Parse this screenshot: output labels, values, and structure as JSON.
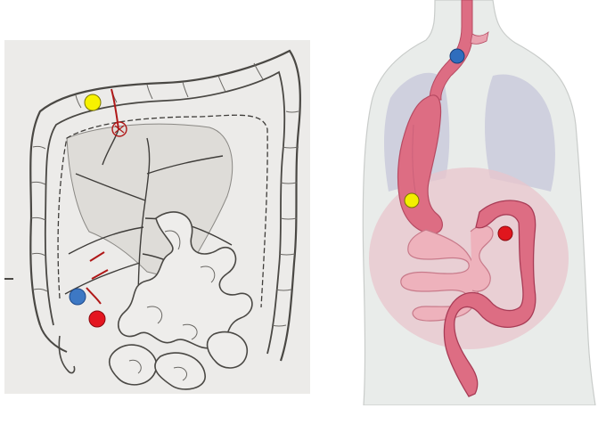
{
  "figure": {
    "left_panel": {
      "style": "pencil-sketch",
      "background": "#ecebe9",
      "markers": [
        {
          "id": "left-yellow",
          "color": "#f7f200"
        },
        {
          "id": "left-blue",
          "color": "#3d78c4"
        },
        {
          "id": "left-red",
          "color": "#e41620"
        }
      ]
    },
    "right_panel": {
      "style": "color-illustration",
      "colors": {
        "body": "#e9ecea",
        "lung": "#cfd0de",
        "abdomen": "#e8c6cc",
        "bowel": "#dd6d83",
        "small_bowel": "#eeb2bc"
      },
      "markers": [
        {
          "id": "right-blue",
          "color": "#2f6dbd"
        },
        {
          "id": "right-yellow",
          "color": "#f3ef00"
        },
        {
          "id": "right-red",
          "color": "#e0161d"
        }
      ]
    }
  }
}
